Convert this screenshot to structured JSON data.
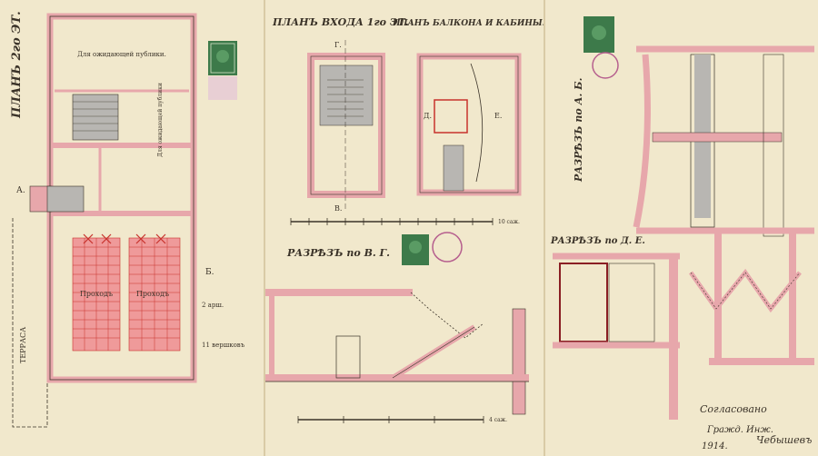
{
  "left": {
    "title": "ПЛАНЪ 2го ЭТ.",
    "room_top": "Для ожидающей публики.",
    "room_side": "Для ожидающей публики",
    "hall_a": "Проходъ",
    "hall_b": "Проходъ",
    "terrace": "ТЕРРАСА",
    "label_a": "А.",
    "label_b": "Б.",
    "note_1": "2 арш.",
    "note_2": "11 вершковъ"
  },
  "middle": {
    "title_entry": "ПЛАНЪ ВХОДА 1го ЭТ.",
    "title_balcony": "ПЛАНЪ БАЛКОНА И КАБИНЫ.",
    "label_g": "Г.",
    "label_v": "В.",
    "label_d": "Д.",
    "label_e": "Е.",
    "scale_top_unit": "10 саж.",
    "section_title": "РАЗРѢЗЪ по В. Г.",
    "scale_bottom_unit": "4 саж."
  },
  "right": {
    "section_ab": "РАЗРѢЗЪ по А. Б.",
    "section_de": "РАЗРѢЗЪ по Д. Е.",
    "sig_1": "Согласовано",
    "sig_2": "Гражд. Инж.",
    "year": "1914.",
    "sig_3": "Чебышевъ"
  },
  "colors": {
    "paper": "#f1e8cc",
    "wall": "#e7a7ab",
    "ink": "#3a3228",
    "red": "#c8322d",
    "stamp": "#3d7a4a"
  }
}
